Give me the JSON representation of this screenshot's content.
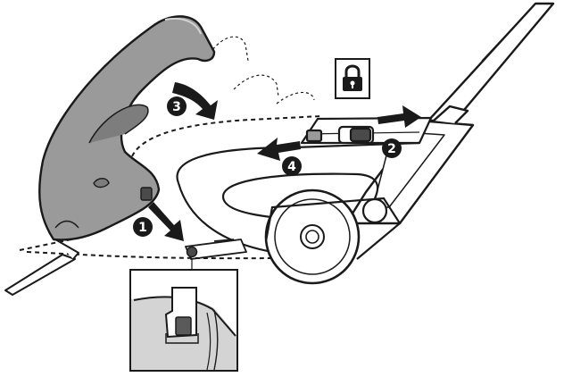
{
  "steps": [
    {
      "number": "1"
    },
    {
      "number": "2"
    },
    {
      "number": "3"
    },
    {
      "number": "4"
    }
  ],
  "icons": {
    "lock": "lock-icon"
  },
  "colors": {
    "ink": "#1a1a1a",
    "body_gray": "#9a9a9a",
    "body_gray_dark": "#7d7d7d",
    "light_gray": "#d4d4d4",
    "background": "#ffffff"
  }
}
